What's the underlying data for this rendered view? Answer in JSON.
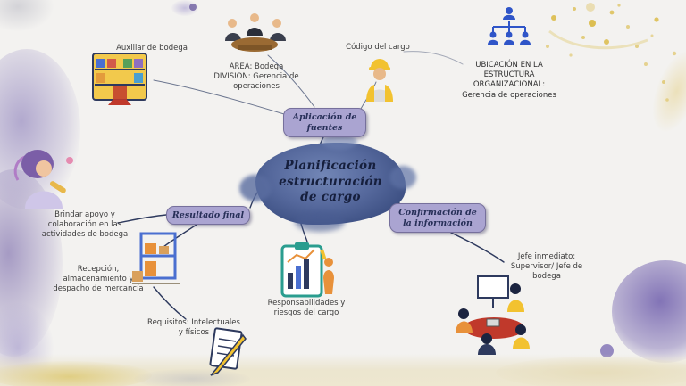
{
  "title": "Planificación estructuración de cargo",
  "center": {
    "label": "Planificación\nestructuración\nde cargo"
  },
  "nodes": {
    "aplicacion": {
      "label": "Aplicación de\nfuentes"
    },
    "resultado": {
      "label": "Resultado final"
    },
    "confirmacion": {
      "label": "Confirmación de\nla información"
    }
  },
  "annotations": {
    "auxiliar": "Auxiliar de bodega",
    "area_division": "AREA: Bodega\nDIVISION: Gerencia de\noperaciones",
    "codigo_cargo": "Código del cargo",
    "ubicacion": "UBICACIÓN EN LA\nESTRUCTURA\nORGANIZACIONAL:\nGerencia de operaciones",
    "brindar_apoyo": "Brindar apoyo y\ncolaboración en las\nactividades de bodega",
    "recepcion": "Recepción,\nalmacenamiento y\ndespacho de mercancía",
    "requisitos": "Requisitos: Intelectuales\ny físicos",
    "responsabilidades": "Responsabilidades y\nriesgos del cargo",
    "jefe_inmediato": "Jefe inmediato:\nSupervisor/ Jefe de\nbodega"
  },
  "icons": {
    "warehouse_rack": "warehouse-rack-icon",
    "meeting_table": "meeting-table-icon",
    "worker_helmet": "worker-helmet-icon",
    "org_chart": "org-chart-icon",
    "person_writing": "person-writing-icon",
    "storage_shelf": "storage-shelf-icon",
    "checklist_pencil": "checklist-pencil-icon",
    "clipboard_chart": "clipboard-chart-icon",
    "team_meeting": "team-meeting-icon"
  },
  "colors": {
    "node_fill": "#aaa4d1",
    "node_border": "#76709c",
    "node_text": "#272f58",
    "center_blob": "#4c5f93",
    "connector": "#2e3a5e",
    "gold_accent": "#d9b83f",
    "purple_accent": "#7a6ab2",
    "cream_band": "#ece4cc"
  }
}
